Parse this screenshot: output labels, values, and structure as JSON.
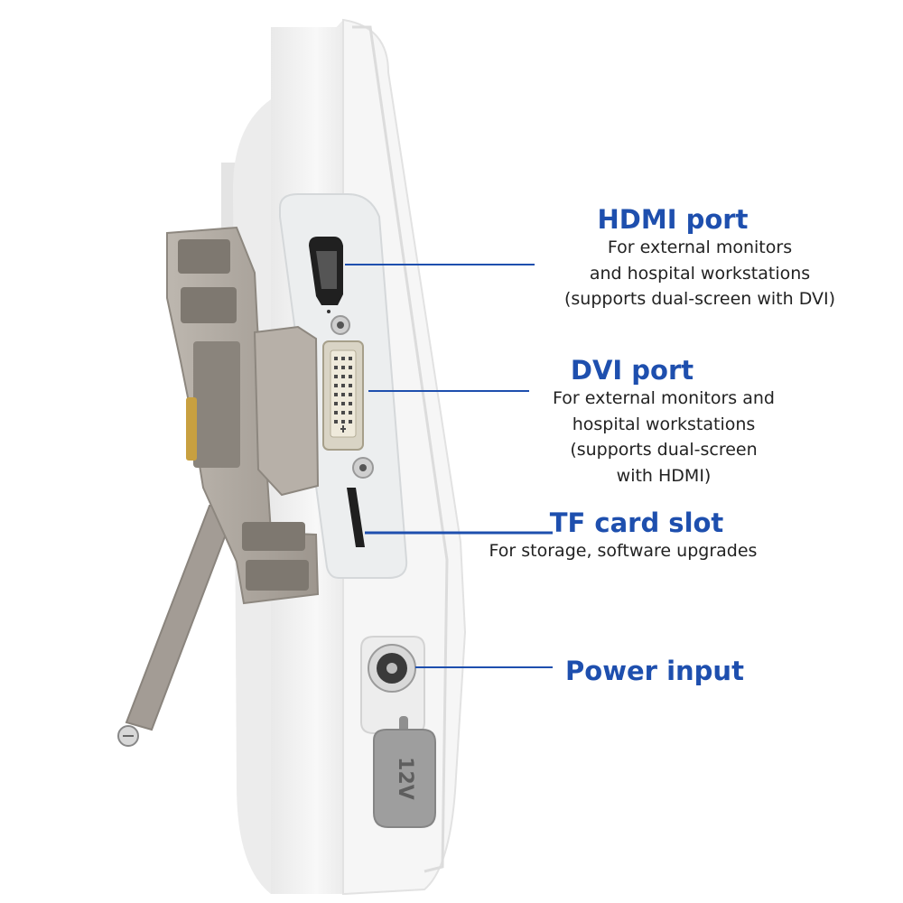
{
  "colors": {
    "accent": "#1e4fae",
    "device_body": "#f4f4f4",
    "port_panel": "#eceeef",
    "stand": "#a9a29a",
    "text": "#222222"
  },
  "callouts": {
    "hdmi": {
      "title": "HDMI port",
      "description": "For external monitors\nand hospital workstations\n(supports dual-screen with DVI)"
    },
    "dvi": {
      "title": "DVI port",
      "description": "For external monitors and\nhospital workstations\n(supports dual-screen\nwith HDMI)"
    },
    "tf": {
      "title": "TF card slot",
      "description": "For storage, software upgrades"
    },
    "power": {
      "title": "Power input",
      "description": ""
    }
  },
  "device": {
    "plug_label": "12V",
    "icons": [
      "hdmi-port-icon",
      "dvi-port-icon",
      "tf-slot-icon",
      "dc-jack-icon",
      "rubber-plug-icon",
      "stand-bracket-icon",
      "kickstand-icon"
    ]
  }
}
